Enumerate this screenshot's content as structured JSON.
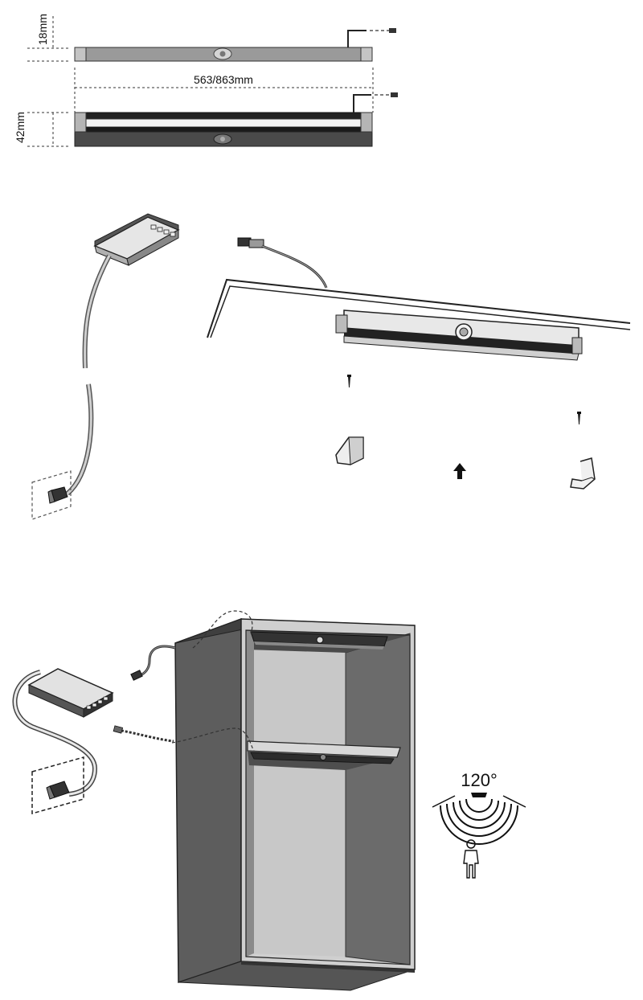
{
  "dimensions": {
    "height_thin": "18mm",
    "length": "563/863mm",
    "height_thick": "42mm"
  },
  "sensor": {
    "angle": "120°"
  },
  "icons": [
    "motion-sensor-icon",
    "person-icon",
    "arrow-up-icon",
    "screw-icon",
    "power-plug-icon"
  ]
}
